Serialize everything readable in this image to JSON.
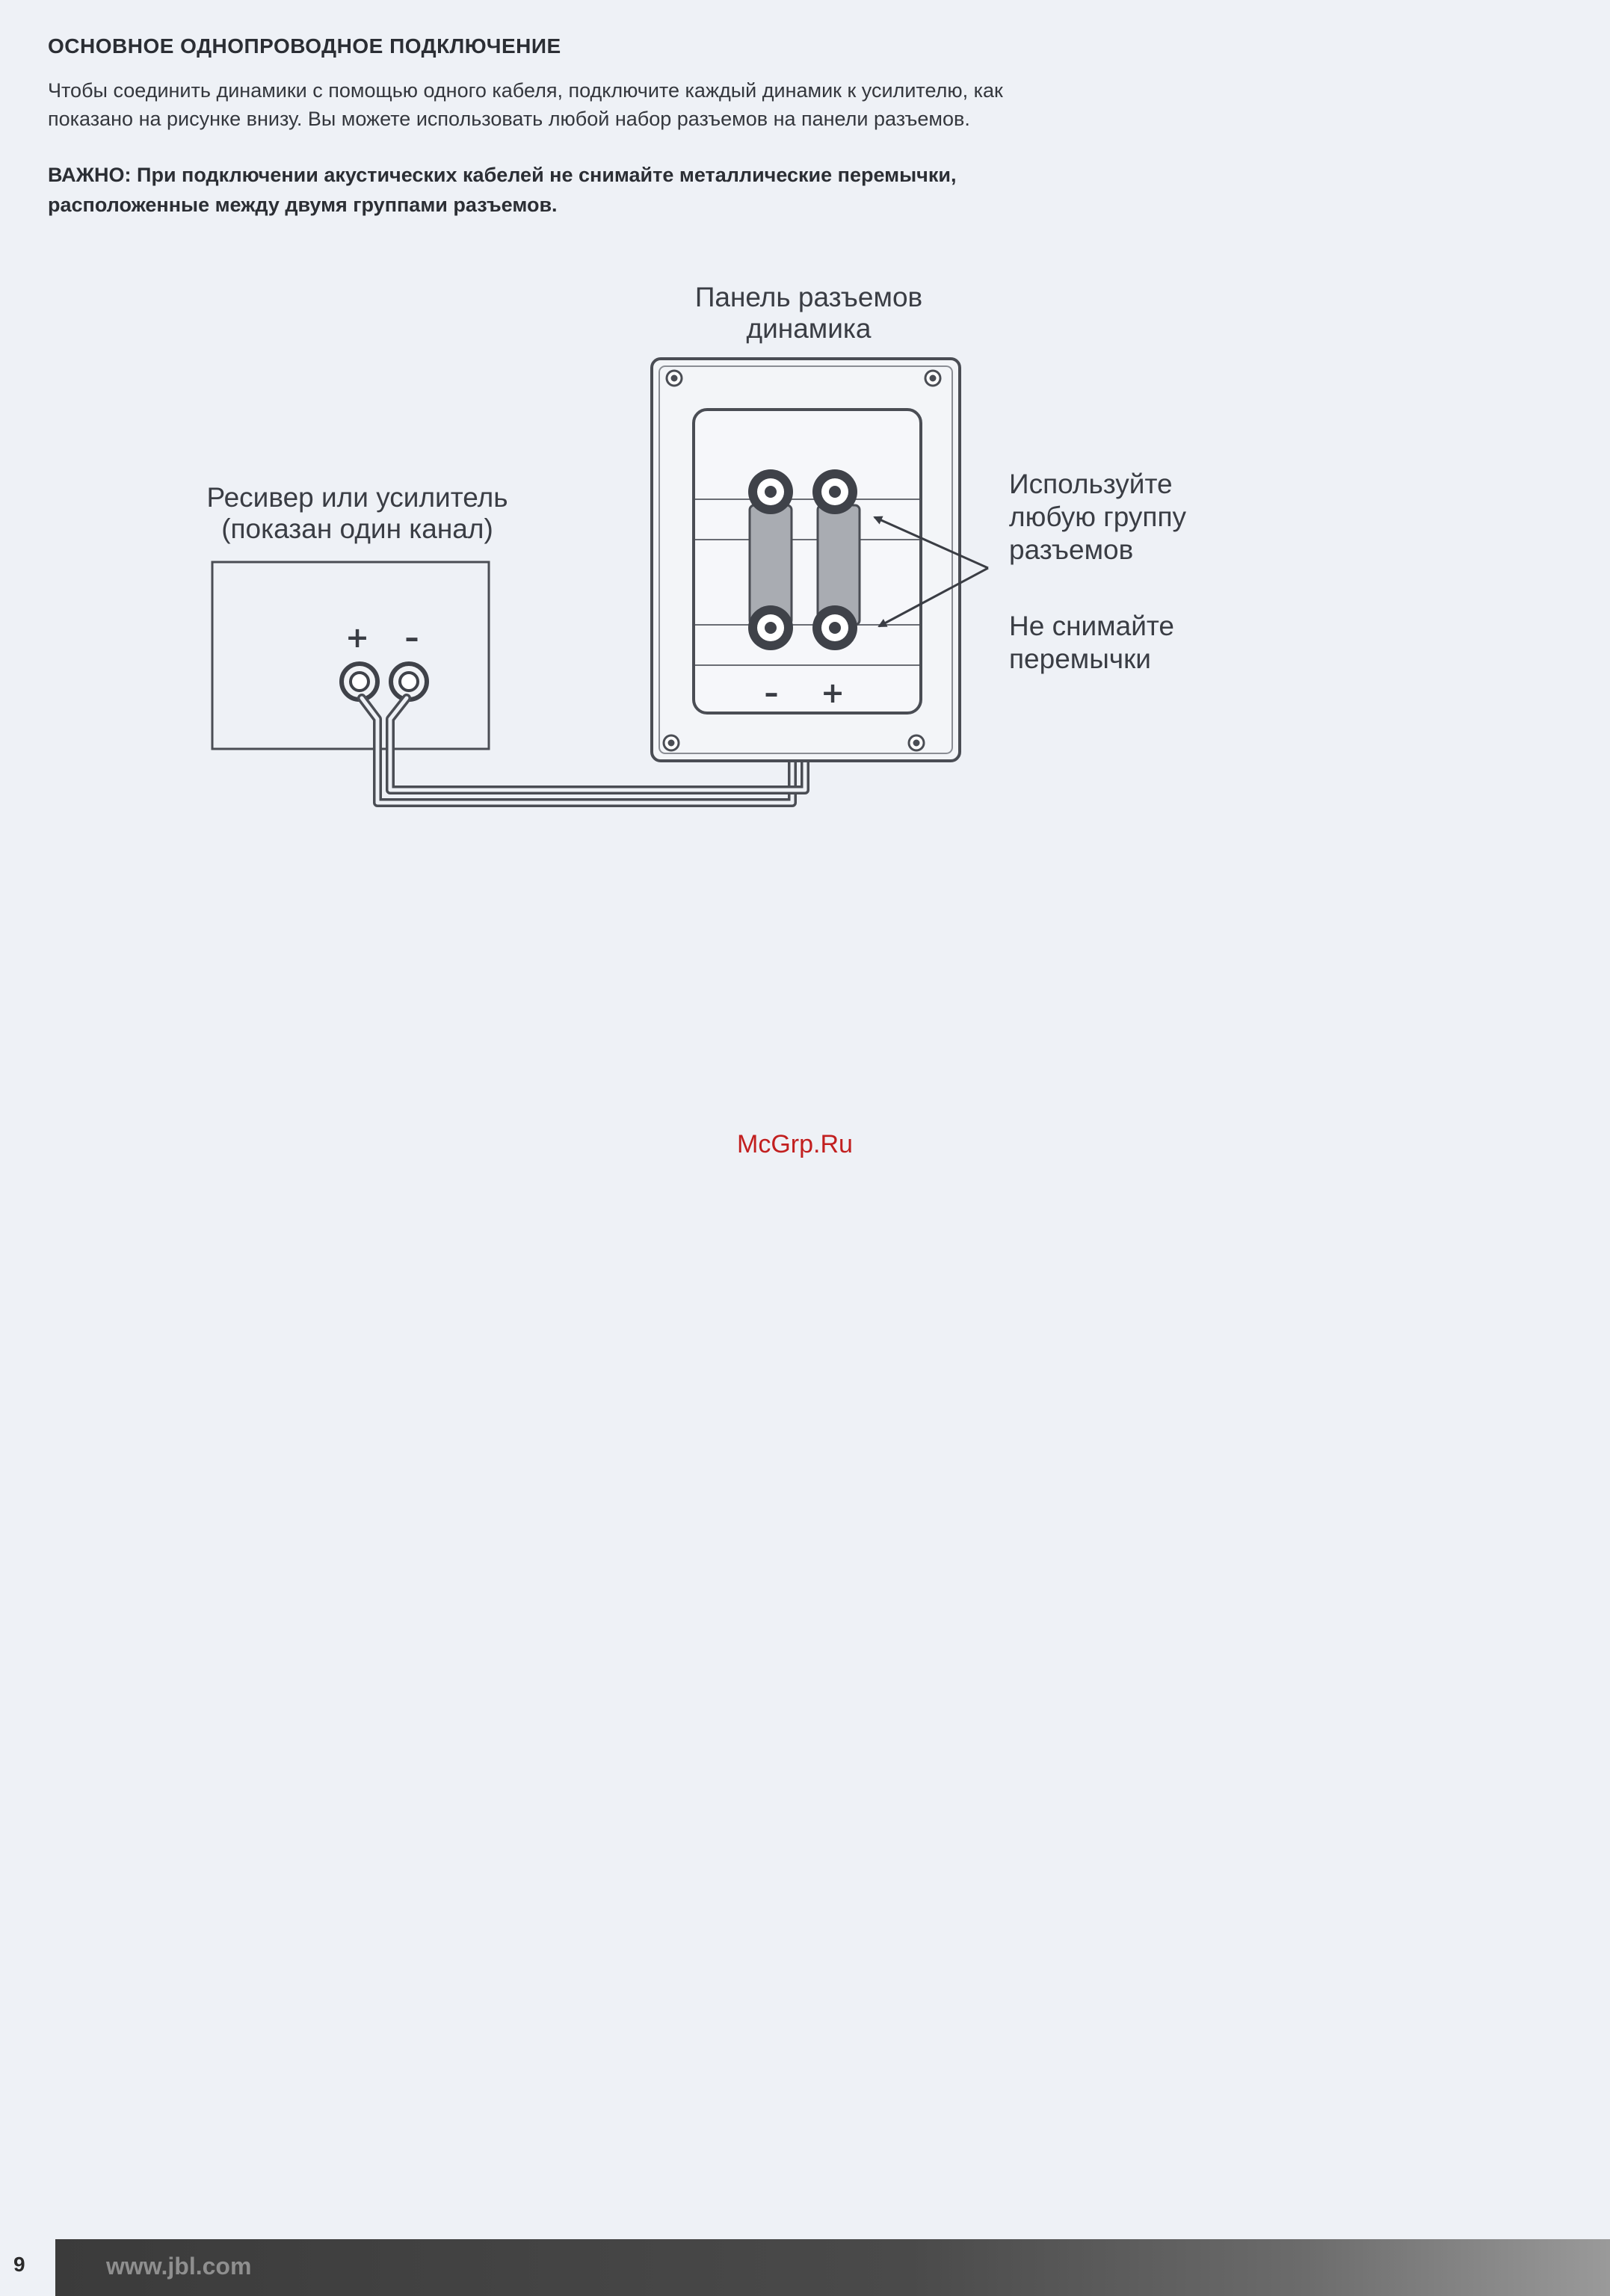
{
  "heading": "ОСНОВНОЕ ОДНОПРОВОДНОЕ ПОДКЛЮЧЕНИЕ",
  "paragraph_lines": [
    "Чтобы соединить динамики с помощью одного кабеля, подключите каждый динамик к усилителю, как",
    "показано на рисунке внизу. Вы можете использовать любой набор разъемов на панели разъемов."
  ],
  "important_lines": [
    "ВАЖНО: При подключении акустических кабелей не снимайте металлические перемычки,",
    "расположенные между двумя группами разъемов."
  ],
  "diagram": {
    "panel_title": [
      "Панель разъемов",
      "динамика"
    ],
    "receiver_label": [
      "Ресивер или усилитель",
      "(показан один канал)"
    ],
    "receiver_plus": "+",
    "receiver_minus": "–",
    "use_any_group": [
      "Используйте",
      "любую группу",
      "разъемов"
    ],
    "do_not_remove": [
      "Не снимайте",
      "перемычки"
    ],
    "panel_minus": "–",
    "panel_plus": "+"
  },
  "watermark": "McGrp.Ru",
  "footer": {
    "page_number": "9",
    "url": "www.jbl.com"
  }
}
